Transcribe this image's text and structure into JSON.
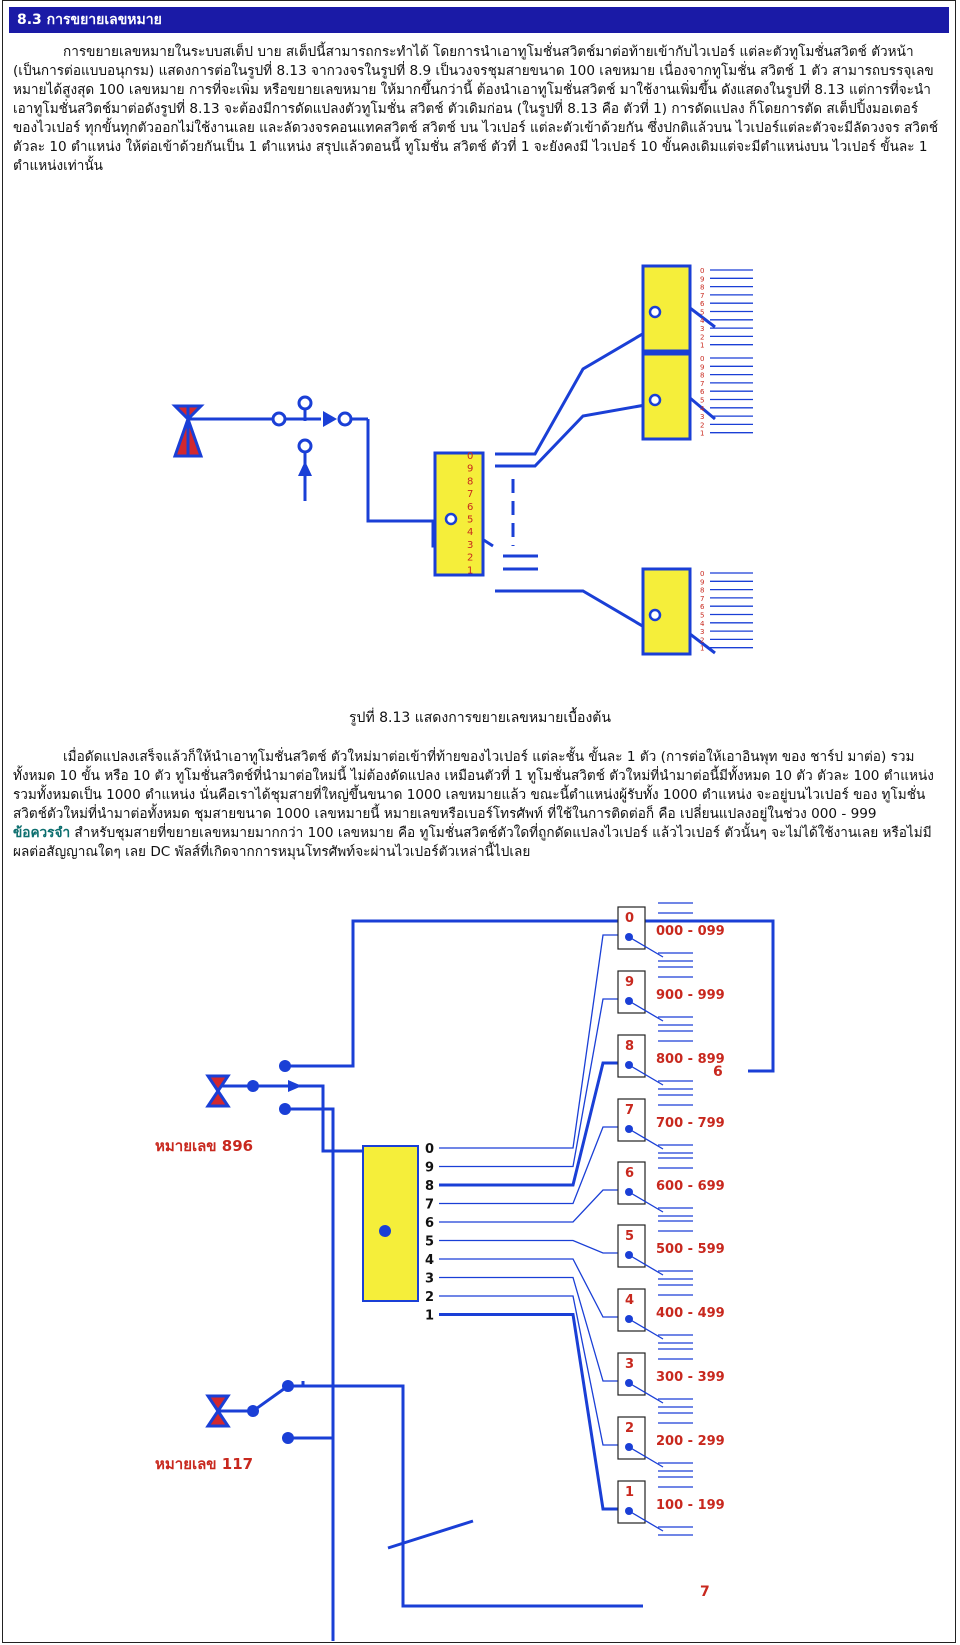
{
  "section": {
    "title": "8.3 การขยายเลขหมาย"
  },
  "paragraph1": "การขยายเลขหมายในระบบสเต็ป บาย สเต็ปนี้สามารถกระทำได้ โดยการนำเอาทูโมชั่นสวิตช์มาต่อท้ายเข้ากับไวเปอร์ แต่ละตัวทูโมชั่นสวิตช์ ตัวหน้า (เป็นการต่อแบบอนุกรม) แสดงการต่อในรูปที่ 8.13 จากวงจรในรูปที่ 8.9 เป็นวงจรชุมสายขนาด 100 เลขหมาย เนื่องจากทูโมชั่น สวิตช์ 1 ตัว สามารถบรรจุเลขหมายได้สูงสุด 100 เลขหมาย การที่จะเพิ่ม หรือขยายเลขหมาย ให้มากขึ้นกว่านี้ ต้องนำเอาทูโมชั่นสวิตช์ มาใช้งานเพิ่มขึ้น ดังแสดงในรูปที่ 8.13 แต่การที่จะนำเอาทูโมชั่นสวิตช์มาต่อดังรูปที่ 8.13 จะต้องมีการดัดแปลงตัวทูโมชั่น สวิตช์ ตัวเดิมก่อน (ในรูปที่ 8.13 คือ ตัวที่ 1) การดัดแปลง ก็โดยการตัด สเต็ปปิ้งมอเตอร์ ของไวเปอร์ ทุกขั้นทุกตัวออกไม่ใช้งานเลย และลัดวงจรคอนแทคสวิตช์ สวิตช์ บน ไวเปอร์ แต่ละตัวเข้าด้วยกัน ซึ่งปกติแล้วบน ไวเปอร์แต่ละตัวจะมีลัดวงจร สวิตช์ ตัวละ 10 ตำแหน่ง ให้ต่อเข้าด้วยกันเป็น 1 ตำแหน่ง สรุปแล้วตอนนี้ ทูโมชั่น สวิตช์ ตัวที่ 1 จะยังคงมี ไวเปอร์ 10 ขั้นคงเดิมแต่จะมีตำแหน่งบน ไวเปอร์ ขั้นละ 1 ตำแหน่งเท่านั้น",
  "figure1": {
    "caption": "รูปที่ 8.13 แสดงการขยายเลขหมายเบื้องต้น",
    "selector_numbers": [
      "0",
      "9",
      "8",
      "7",
      "6",
      "5",
      "4",
      "3",
      "2",
      "1"
    ],
    "bank_numbers": [
      "0",
      "9",
      "8",
      "7",
      "6",
      "5",
      "4",
      "3",
      "2",
      "1"
    ]
  },
  "paragraph2": "เมื่อดัดแปลงเสร็จแล้วก็ให้นำเอาทูโมชั่นสวิตช์ ตัวใหม่มาต่อเข้าที่ท้ายของไวเปอร์ แต่ละชั้น ขั้นละ 1 ตัว (การต่อให้เอาอินพุท ของ ชาร์ป มาต่อ) รวมทั้งหมด 10 ขั้น หรือ 10 ตัว ทูโมชั่นสวิตช์ที่นำมาต่อใหม่นี้ ไม่ต้องดัดแปลง เหมือนตัวที่ 1 ทูโมชั่นสวิตช์ ตัวใหม่ที่นำมาต่อนี้มีทั้งหมด 10 ตัว ตัวละ 100 ตำแหน่งรวมทั้งหมดเป็น 1000 ตำแหน่ง นั่นคือเราได้ชุมสายที่ใหญ่ขึ้นขนาด 1000 เลขหมายแล้ว ขณะนี้ตำแหน่งผู้รับทั้ง 1000 ตำแหน่ง จะอยู่บนไวเปอร์ ของ ทูโมชั่นสวิตช์ตัวใหม่ที่นำมาต่อทั้งหมด ชุมสายขนาด 1000 เลขหมายนี้ หมายเลขหรือเบอร์โทรศัพท์ ที่ใช้ในการติดต่อก็ คือ เปลี่ยนแปลงอยู่ในช่วง 000 - 999",
  "note": {
    "label": "ข้อควรจำ",
    "text": " สำหรับชุมสายที่ขยายเลขหมายมากกว่า 100 เลขหมาย คือ ทูโมชั่นสวิตช์ตัวใดที่ถูกดัดแปลงไวเปอร์ แล้วไวเปอร์ ตัวนั้นๆ จะไม่ได้ใช้งานเลย หรือไม่มีผลต่อสัญญาณใดๆ เลย DC พัลส์ที่เกิดจากการหมุนโทรศัพท์จะผ่านไวเปอร์ตัวเหล่านี้ไปเลย"
  },
  "figure2": {
    "caller_top": "หมายเลข 896",
    "caller_bottom": "หมายเลข 117",
    "selector_numbers": [
      "0",
      "9",
      "8",
      "7",
      "6",
      "5",
      "4",
      "3",
      "2",
      "1"
    ],
    "switch_labels": [
      "0",
      "9",
      "8",
      "7",
      "6",
      "5",
      "4",
      "3",
      "2",
      "1"
    ],
    "ranges": [
      "000 - 099",
      "900 - 999",
      "800 - 899",
      "700 - 799",
      "600 - 699",
      "500 - 599",
      "400 - 499",
      "300 - 399",
      "200 - 299",
      "100 - 199"
    ],
    "mark_6": "6",
    "mark_7": "7"
  },
  "colors": {
    "header_bg": "#1a1aa6",
    "wire": "#1a3fd6",
    "box_fill": "#f5ee3a",
    "red_text": "#c8281e",
    "note": "#0c6e6e"
  }
}
